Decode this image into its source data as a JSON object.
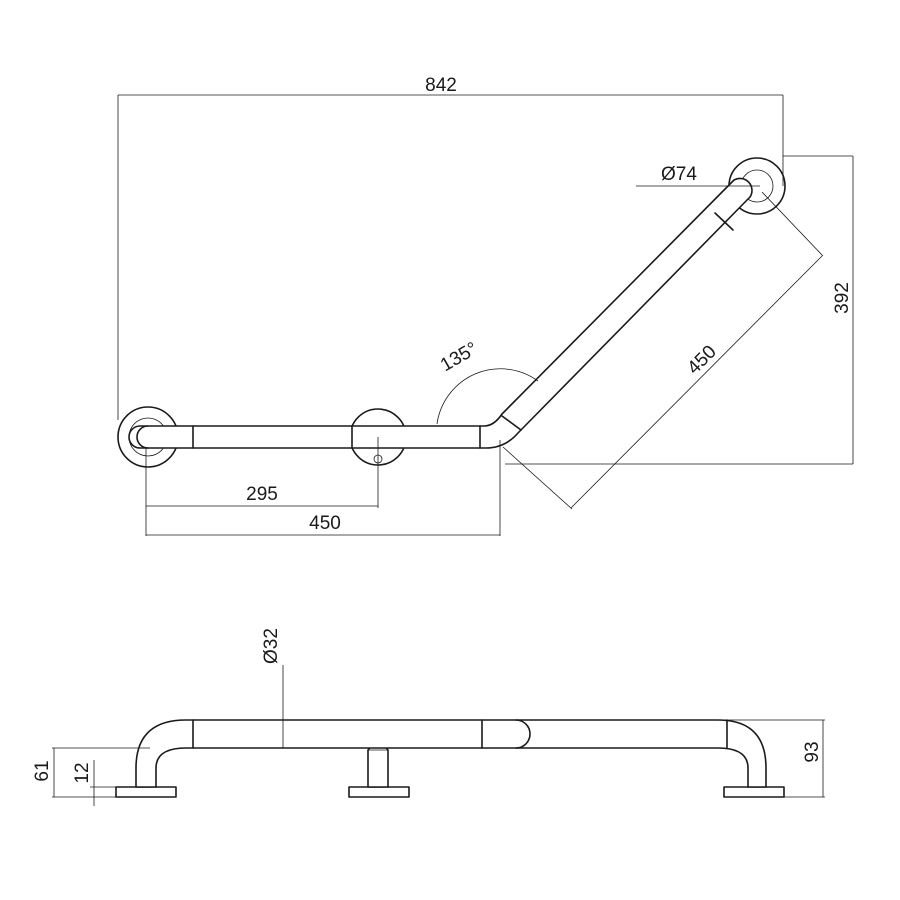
{
  "drawing": {
    "top_view": {
      "overall_width": "842",
      "height": "392",
      "rosette_diameter": "Ø74",
      "angle": "135°",
      "angled_leg_length": "450",
      "support_spacing": "295",
      "straight_leg_length": "450"
    },
    "side_view": {
      "tube_diameter": "Ø32",
      "overall_depth": "93",
      "axis_height": "61",
      "base_thickness": "12"
    }
  }
}
